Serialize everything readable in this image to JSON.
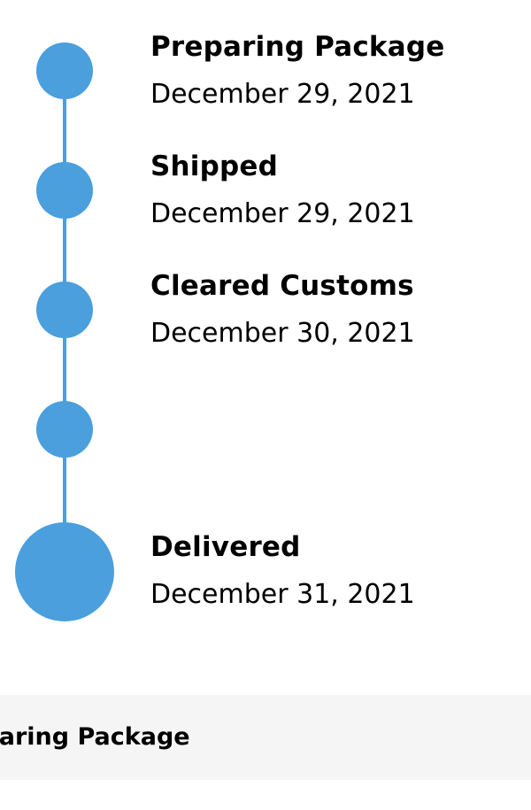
{
  "colors": {
    "accent": "#4a9fdc",
    "bar_background": "#f5f5f5"
  },
  "timeline": {
    "steps": [
      {
        "title": "Preparing Package",
        "date": "December 29, 2021"
      },
      {
        "title": "Shipped",
        "date": "December 29, 2021"
      },
      {
        "title": "Cleared Customs",
        "date": "December 30, 2021"
      },
      {
        "title": "",
        "date": ""
      },
      {
        "title": "Delivered",
        "date": "December 31, 2021"
      }
    ]
  },
  "bottom_bar": {
    "label": "Preparing Package"
  }
}
